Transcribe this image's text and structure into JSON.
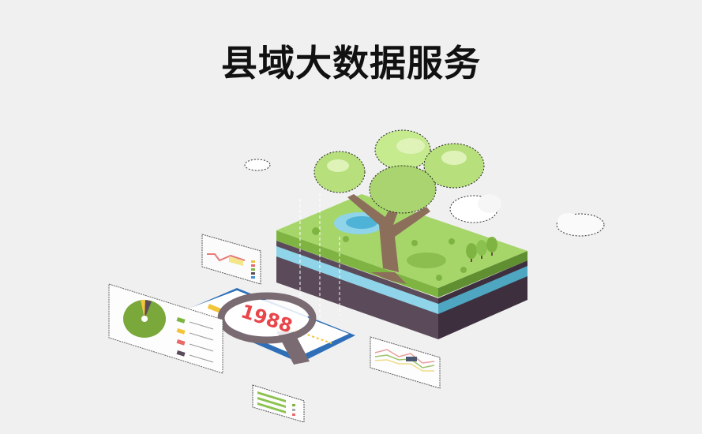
{
  "header": {
    "title": "县域大数据服务"
  },
  "illustration": {
    "description": "Isometric big-data illustration: ground cross-section with tree, floating chart panels, tablet and magnifying glass",
    "magnifier_text": "1988",
    "elements": [
      "tree-on-ground-block",
      "pond",
      "small-trees",
      "cloud-large-right",
      "cloud-small-left",
      "cloud-near-tree",
      "line-chart-panel-top",
      "pie-chart-panel",
      "tablet-with-magnifier",
      "line-chart-panel-bottom-right",
      "bar-chart-panel-bottom"
    ]
  },
  "colors": {
    "background": "#f0f0f0",
    "grass_top": "#a6d66a",
    "grass_side": "#7fb443",
    "water_layer": "#8fd4e8",
    "soil": "#5b4b5a",
    "trunk": "#8c6f5a",
    "leaves": "#b7e07d",
    "magnifier": "#7a6a72",
    "number_red": "#e8464a",
    "tablet_blue": "#3f8fd8",
    "pie_green": "#7aa83a"
  }
}
